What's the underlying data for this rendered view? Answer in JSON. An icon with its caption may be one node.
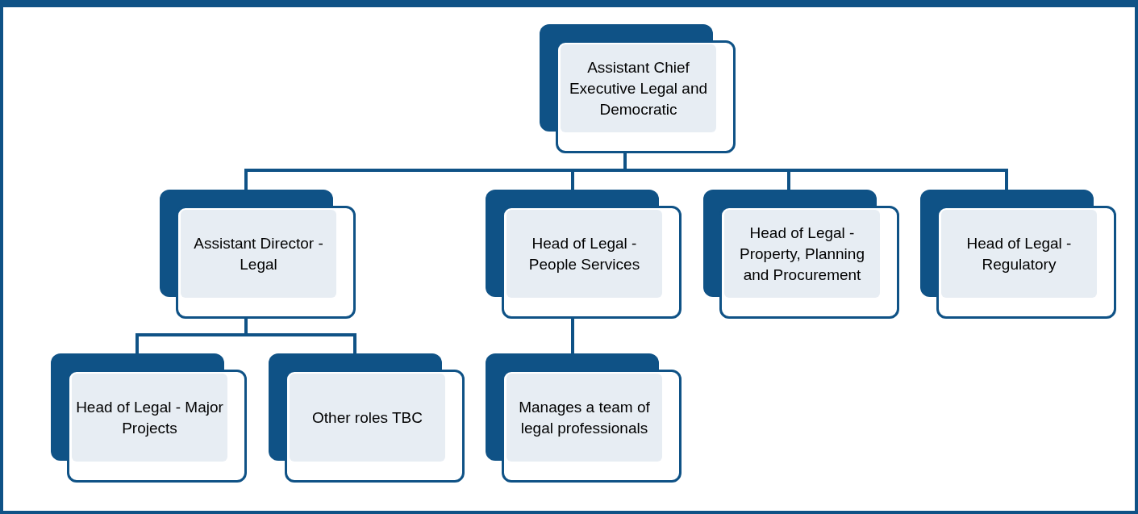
{
  "diagram": {
    "nodes": [
      {
        "text": [
          "Assistant Chief Executive Legal and Democratic"
        ]
      },
      {
        "text": [
          "Assistant Director - Legal"
        ]
      },
      {
        "text": [
          "Head of Legal - People Services"
        ]
      },
      {
        "text": [
          "Head of Legal - Property, Planning and Procurement"
        ]
      },
      {
        "text": [
          "Head of Legal - Regulatory"
        ]
      },
      {
        "text": [
          "Head of Legal - Major Projects"
        ]
      },
      {
        "text": [
          "Other roles TBC"
        ]
      },
      {
        "text": [
          "Manages a team of legal professionals"
        ]
      }
    ],
    "edges": [
      {
        "from": 0,
        "to": 1,
        "arrow": "none"
      },
      {
        "from": 0,
        "to": 2,
        "arrow": "none"
      },
      {
        "from": 0,
        "to": 3,
        "arrow": "none"
      },
      {
        "from": 0,
        "to": 4,
        "arrow": "none"
      },
      {
        "from": 1,
        "to": 5,
        "arrow": "none"
      },
      {
        "from": 1,
        "to": 6,
        "arrow": "none"
      },
      {
        "from": 2,
        "to": 7,
        "arrow": "none"
      }
    ]
  }
}
